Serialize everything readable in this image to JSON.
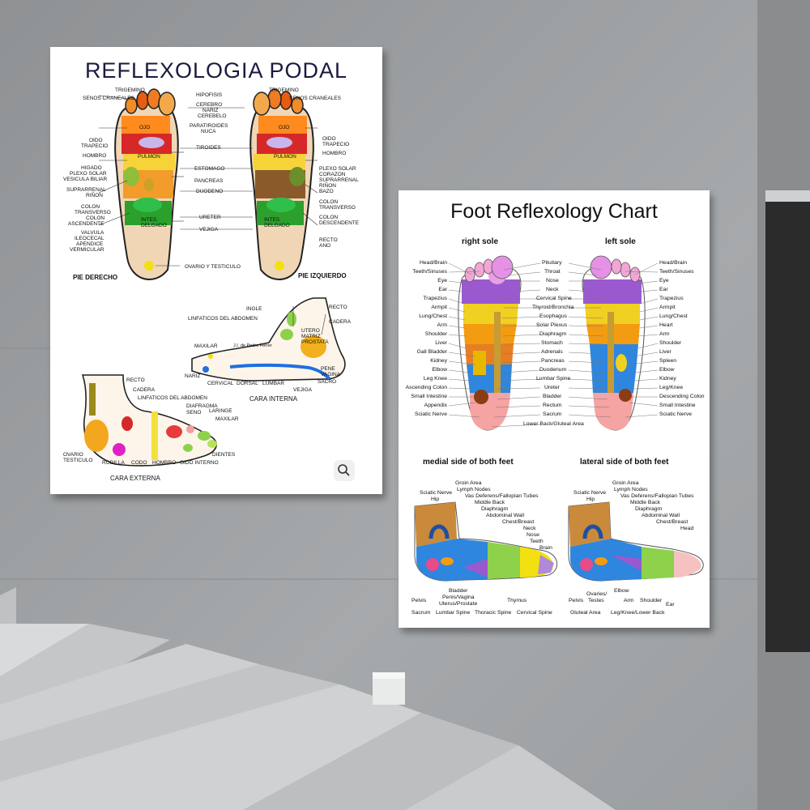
{
  "left_poster": {
    "title": "REFLEXOLOGIA PODAL",
    "left_labels": [
      "TRIGEMINO",
      "SENOS CRANEALES",
      "OIDO",
      "TRAPECIO",
      "HOMBRO",
      "HIGADO",
      "PLEXO SOLAR",
      "VESICULA BILIAR",
      "SUPRARRENAL",
      "RIÑON",
      "COLON",
      "TRANSVERSO",
      "COLON",
      "ASCENDENTE",
      "VALVULA",
      "ILEOCECAL",
      "APENDICE",
      "VERMICULAR"
    ],
    "center_labels": [
      "HIPOFISIS",
      "CEREBRO",
      "NARIZ",
      "CEREBELO",
      "PARATIROIDES",
      "NUCA",
      "TIROIDES",
      "ESTOMAGO",
      "PANCREAS",
      "DUODENO",
      "URETER",
      "VEJIGA",
      "OVARIO Y TESTICULO"
    ],
    "right_labels": [
      "TRIGEMINO",
      "SENOS CRANEALES",
      "OIDO",
      "TRAPECIO",
      "HOMBRO",
      "PLEXO SOLAR",
      "CORAZON",
      "SUPRARRENAL",
      "RIÑON",
      "BAZO",
      "COLON",
      "TRANSVERSO",
      "COLON",
      "DESCENDENTE",
      "RECTO",
      "ANO"
    ],
    "foot_text": [
      "OJO",
      "OJO",
      "PULMON",
      "PULMON",
      "INTES. DELGADO",
      "INTES. DELGADO"
    ],
    "pie_derecho": "PIE DERECHO",
    "pie_izquierdo": "PIE IZQUIERDO",
    "interna_labels": [
      "INGLE",
      "LINFATICOS DEL ABDOMEN",
      "RECTO",
      "CADERA",
      "UTERO",
      "MATRIZ",
      "PROSTATA",
      "MAXILAR",
      "J.I. de Pedro Ferrer",
      "PENE",
      "VAGINA",
      "NARIZ",
      "CERVICAL",
      "DORSAL",
      "LUMBAR",
      "SACRO",
      "VEJIGA"
    ],
    "cara_interna": "CARA INTERNA",
    "externa_labels": [
      "RECTO",
      "CADERA",
      "LINFATICOS DEL ABDOMEN",
      "DIAFRAGMA",
      "SENO",
      "LARINGE",
      "MAXILAR",
      "OVARIO",
      "TESTICULO",
      "RODILLA",
      "CODO",
      "HOMBRO",
      "OIDO INTERNO",
      "DIENTES"
    ],
    "cara_externa": "CARA EXTERNA"
  },
  "right_poster": {
    "title": "Foot Reflexology Chart",
    "right_sole": "right sole",
    "left_sole": "left sole",
    "rs_left_labels": [
      "Head/Brain",
      "Teeth/Sinuses",
      "Eye",
      "Ear",
      "Trapezius",
      "Armpit",
      "Lung/Chest",
      "Arm",
      "Shoulder",
      "Liver",
      "Gall Bladder",
      "Kidney",
      "Elbow",
      "Leg Knee",
      "Ascending Colon",
      "Small Intestine",
      "Appendix",
      "Sciatic Nerve"
    ],
    "center_labels": [
      "Pituitary",
      "Throat",
      "Nose",
      "Neck",
      "Cervical Spine",
      "Thyroid/Bronchia",
      "Esophagus",
      "Solar Plexus",
      "Diaphragm",
      "Stomach",
      "Adrenals",
      "Pancreas",
      "Duodenum",
      "Lumbar Spine",
      "Ureter",
      "Bladder",
      "Rectum",
      "Sacrum",
      "Lower Back/Gluteal Area"
    ],
    "ls_right_labels": [
      "Head/Brain",
      "Teeth/Sinuses",
      "Eye",
      "Ear",
      "Trapezius",
      "Armpit",
      "Lung/Chest",
      "Heart",
      "Arm",
      "Shoulder",
      "Liver",
      "Spleen",
      "Elbow",
      "Kidney",
      "Leg/Knee",
      "Descending Colon",
      "Small Intestine",
      "Sciatic Nerve"
    ],
    "medial_title": "medial side of both feet",
    "lateral_title": "lateral side of both feet",
    "medial_top_labels": [
      "Groin Area",
      "Sciatic Nerve",
      "Lymph Nodes",
      "Hip",
      "Vas Deferens/Fallopian Tubes",
      "Middle Back",
      "Diaphragm",
      "Abdominal Wall",
      "Chest/Breast",
      "Neck",
      "Nose",
      "Teeth",
      "Brain"
    ],
    "medial_bottom_labels": [
      "Bladder",
      "Penis/Vagina",
      "Uterus/Prostate",
      "Thymus",
      "Pelvis",
      "Sacrum",
      "Lumbar Spine",
      "Thoracic Spine",
      "Cervical Spine"
    ],
    "lateral_top_labels": [
      "Groin Area",
      "Sciatic Nerve",
      "Lymph Nodes",
      "Hip",
      "Vas Deferens/Fallopian Tubes",
      "Middle Back",
      "Diaphragm",
      "Abdominal Wall",
      "Chest/Breast",
      "Head"
    ],
    "lateral_bottom_labels": [
      "Ovaries/",
      "Testes",
      "Elbow",
      "Pelvis",
      "Arm",
      "Shoulder",
      "Ear",
      "Gluteal Area",
      "Leg/Knee/Lower Back"
    ]
  },
  "colors": {
    "wall": "#9a9d9f",
    "poster": "#ffffff",
    "stairs": "#b9bcbd",
    "dark": "#2a2a2a"
  },
  "icons": [
    "zoom-search-icon"
  ]
}
